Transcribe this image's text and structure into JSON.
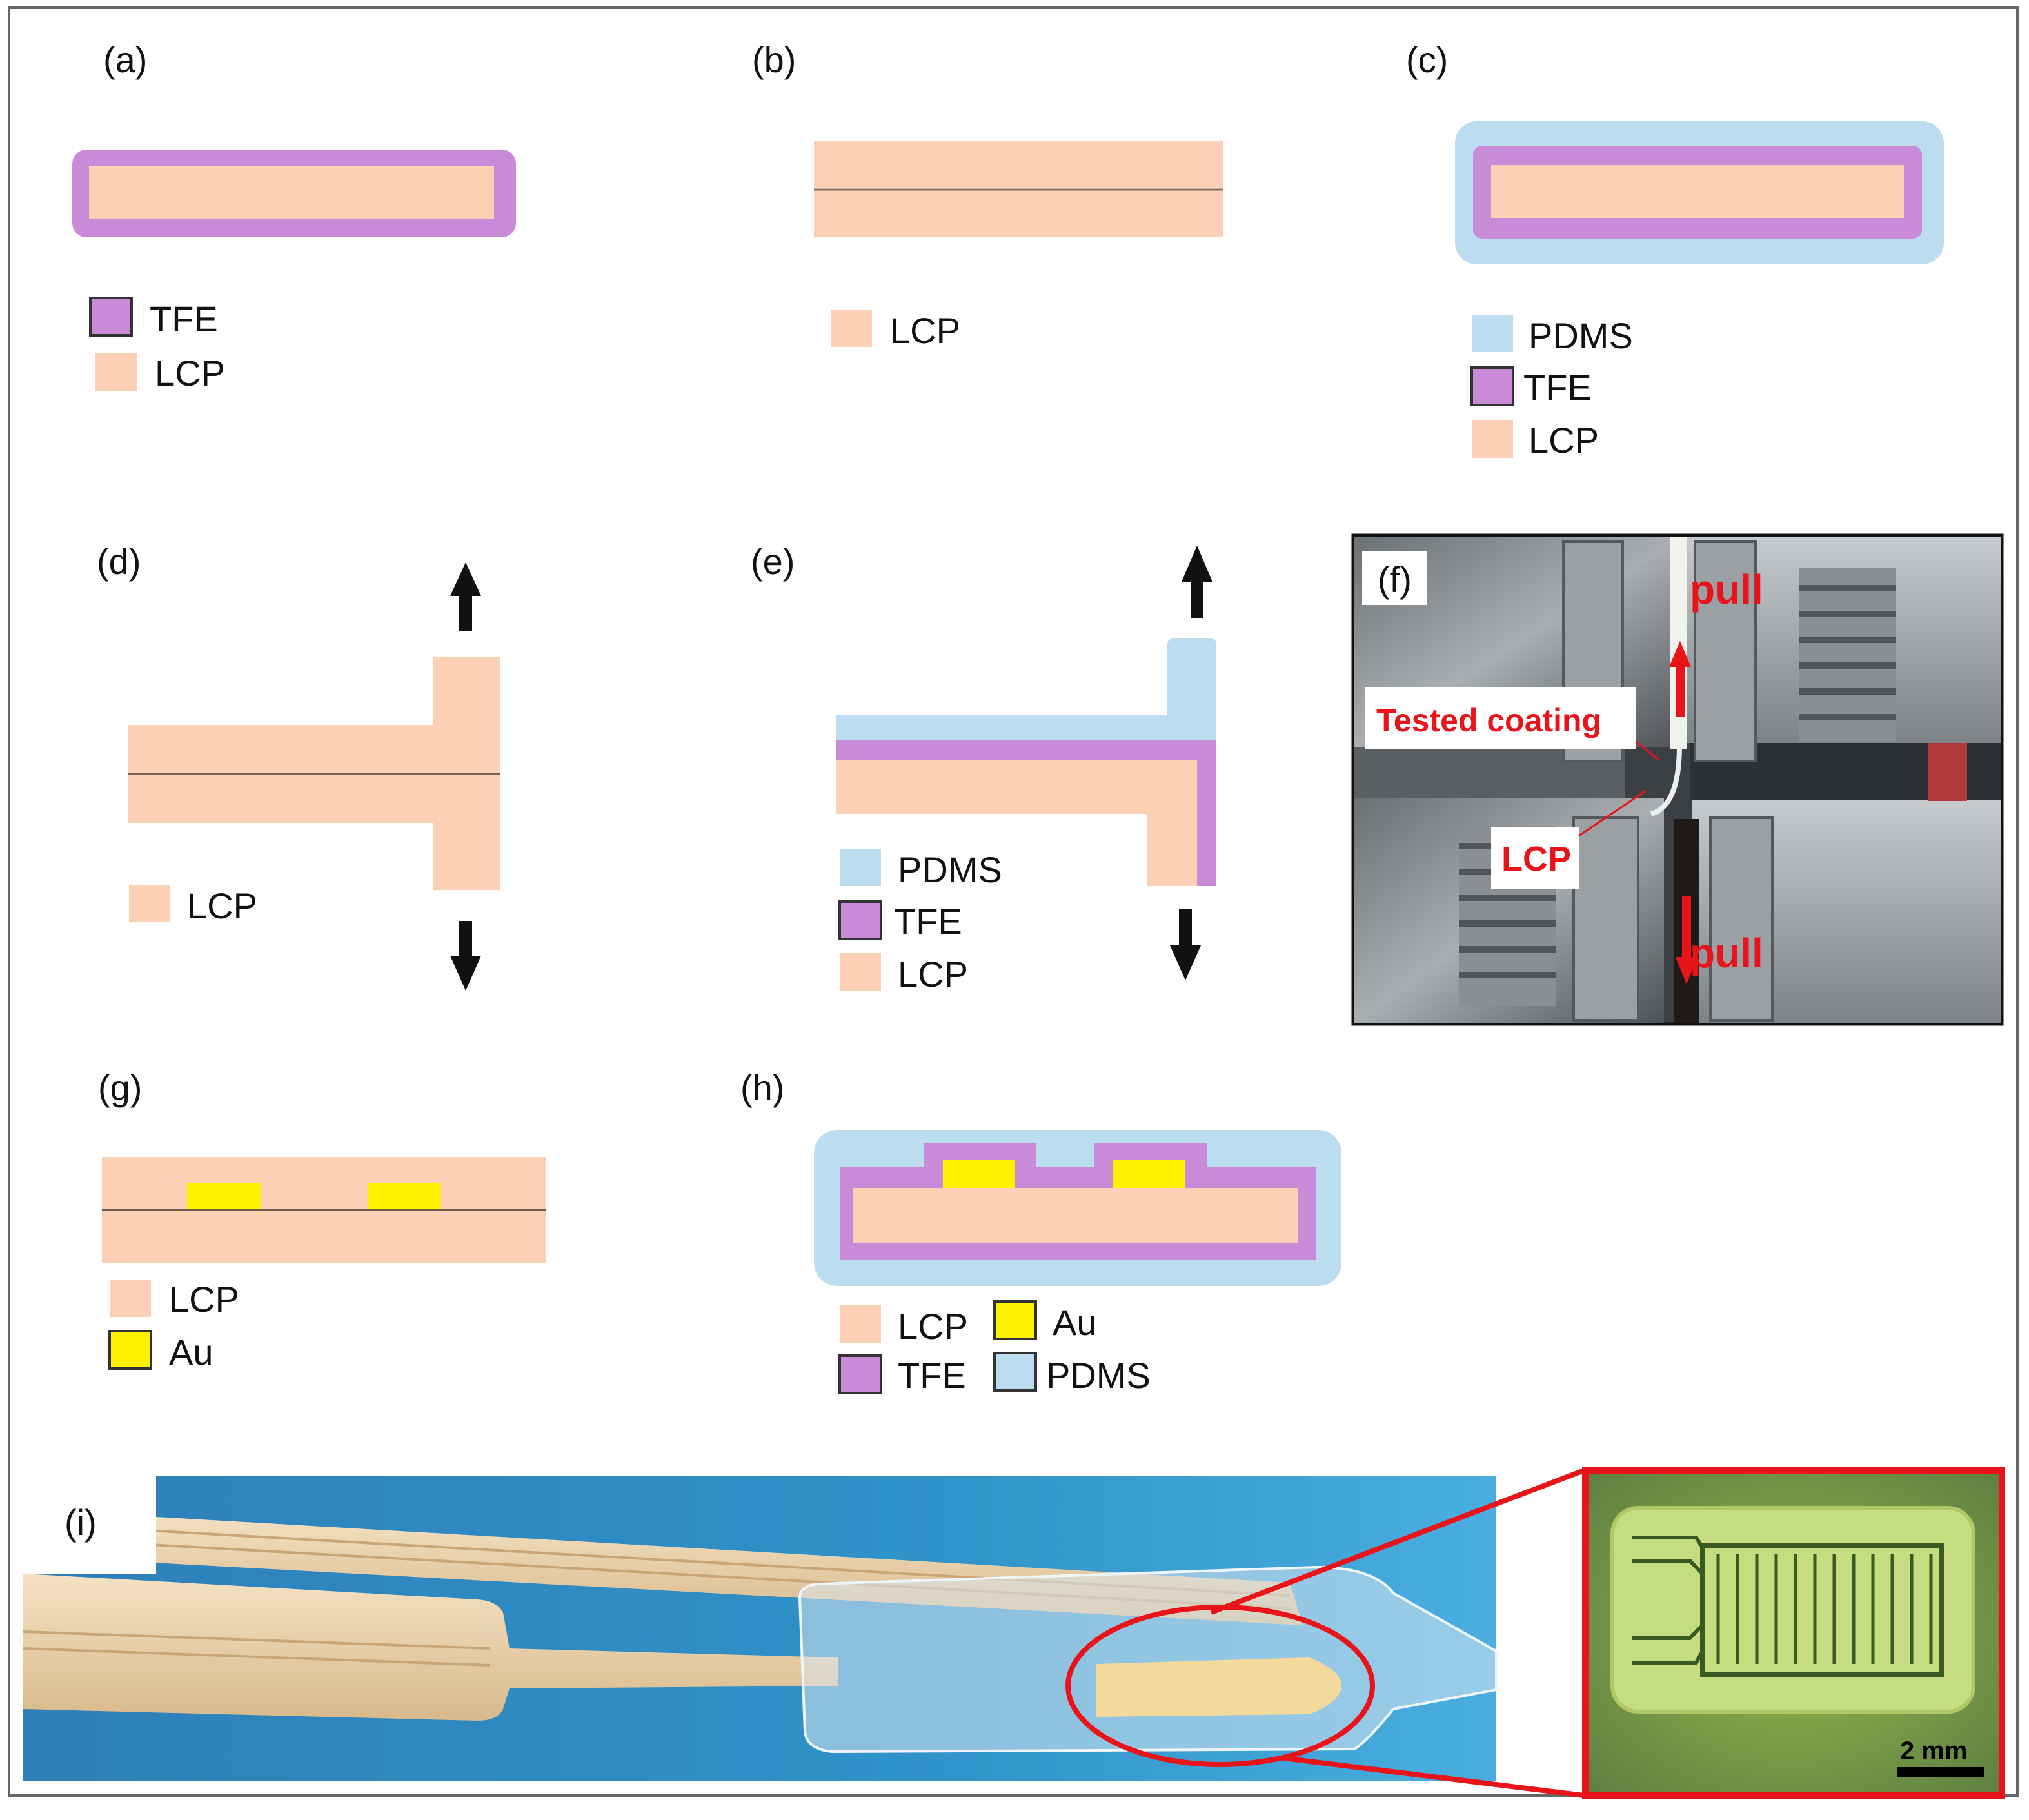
{
  "colors": {
    "lcp": "#fcd0b4",
    "tfe": "#c98ad8",
    "pdms": "#bcdcf0",
    "au": "#fff200",
    "arrow": "#111111",
    "highlight": "#e8141a"
  },
  "panels": {
    "a": {
      "label": "(a)",
      "legend": [
        "TFE",
        "LCP"
      ]
    },
    "b": {
      "label": "(b)",
      "legend": [
        "LCP"
      ]
    },
    "c": {
      "label": "(c)",
      "legend": [
        "PDMS",
        "TFE",
        "LCP"
      ]
    },
    "d": {
      "label": "(d)",
      "legend": [
        "LCP"
      ]
    },
    "e": {
      "label": "(e)",
      "legend": [
        "PDMS",
        "TFE",
        "LCP"
      ]
    },
    "f": {
      "label": "(f)",
      "pull_top": "pull",
      "pull_bottom": "pull",
      "coating_tag": "Tested coating",
      "lcp_tag": "LCP"
    },
    "g": {
      "label": "(g)",
      "legend": [
        "LCP",
        "Au"
      ]
    },
    "h": {
      "label": "(h)",
      "legend": [
        "LCP",
        "Au",
        "TFE",
        "PDMS"
      ]
    },
    "i": {
      "label": "(i)",
      "scale_bar": "2 mm"
    }
  }
}
